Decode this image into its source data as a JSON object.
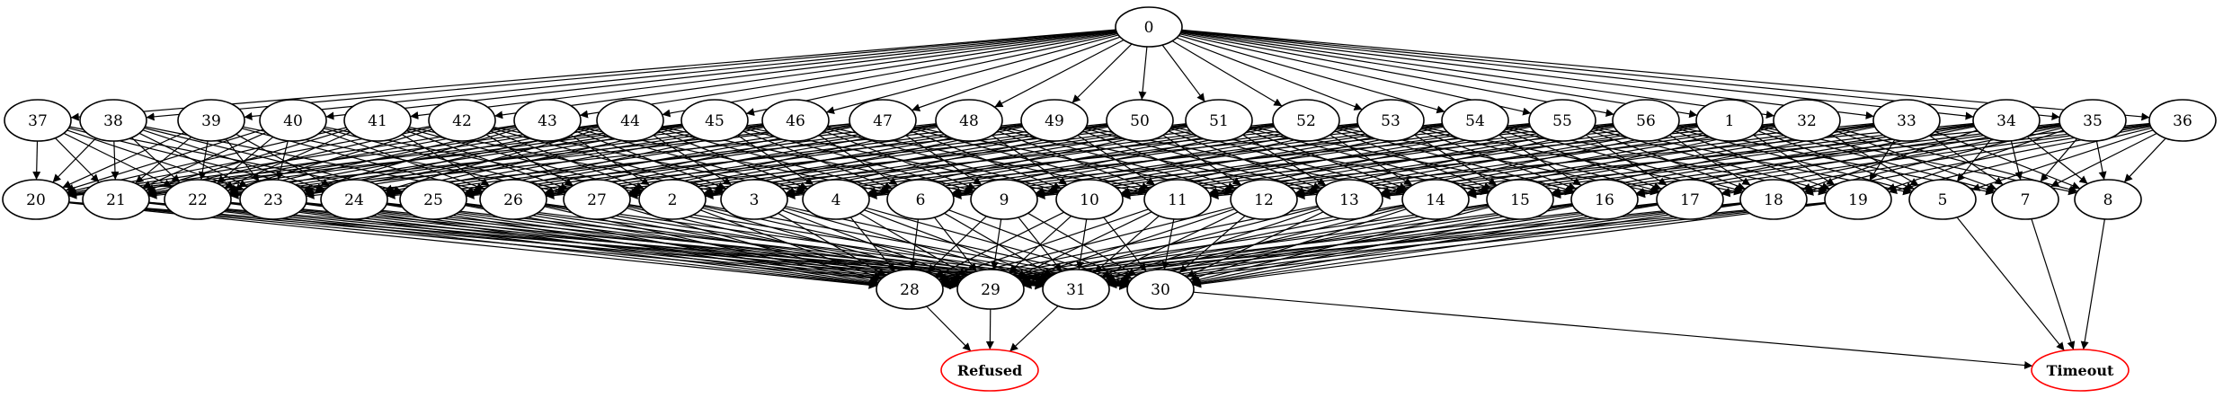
{
  "colors": {
    "node_stroke": "#000000",
    "terminal_stroke": "#ff0000",
    "edge": "#000000",
    "background": "#ffffff"
  },
  "nodes": [
    {
      "id": "0",
      "label": "0"
    },
    {
      "id": "37",
      "label": "37"
    },
    {
      "id": "38",
      "label": "38"
    },
    {
      "id": "39",
      "label": "39"
    },
    {
      "id": "40",
      "label": "40"
    },
    {
      "id": "41",
      "label": "41"
    },
    {
      "id": "42",
      "label": "42"
    },
    {
      "id": "43",
      "label": "43"
    },
    {
      "id": "44",
      "label": "44"
    },
    {
      "id": "45",
      "label": "45"
    },
    {
      "id": "46",
      "label": "46"
    },
    {
      "id": "47",
      "label": "47"
    },
    {
      "id": "48",
      "label": "48"
    },
    {
      "id": "49",
      "label": "49"
    },
    {
      "id": "50",
      "label": "50"
    },
    {
      "id": "51",
      "label": "51"
    },
    {
      "id": "52",
      "label": "52"
    },
    {
      "id": "53",
      "label": "53"
    },
    {
      "id": "54",
      "label": "54"
    },
    {
      "id": "55",
      "label": "55"
    },
    {
      "id": "56",
      "label": "56"
    },
    {
      "id": "1",
      "label": "1"
    },
    {
      "id": "32",
      "label": "32"
    },
    {
      "id": "33",
      "label": "33"
    },
    {
      "id": "34",
      "label": "34"
    },
    {
      "id": "35",
      "label": "35"
    },
    {
      "id": "36",
      "label": "36"
    },
    {
      "id": "20",
      "label": "20"
    },
    {
      "id": "21",
      "label": "21"
    },
    {
      "id": "22",
      "label": "22"
    },
    {
      "id": "23",
      "label": "23"
    },
    {
      "id": "24",
      "label": "24"
    },
    {
      "id": "25",
      "label": "25"
    },
    {
      "id": "26",
      "label": "26"
    },
    {
      "id": "27",
      "label": "27"
    },
    {
      "id": "2",
      "label": "2"
    },
    {
      "id": "3",
      "label": "3"
    },
    {
      "id": "4",
      "label": "4"
    },
    {
      "id": "6",
      "label": "6"
    },
    {
      "id": "9",
      "label": "9"
    },
    {
      "id": "10",
      "label": "10"
    },
    {
      "id": "11",
      "label": "11"
    },
    {
      "id": "12",
      "label": "12"
    },
    {
      "id": "13",
      "label": "13"
    },
    {
      "id": "14",
      "label": "14"
    },
    {
      "id": "15",
      "label": "15"
    },
    {
      "id": "16",
      "label": "16"
    },
    {
      "id": "17",
      "label": "17"
    },
    {
      "id": "18",
      "label": "18"
    },
    {
      "id": "19",
      "label": "19"
    },
    {
      "id": "5",
      "label": "5"
    },
    {
      "id": "7",
      "label": "7"
    },
    {
      "id": "8",
      "label": "8"
    },
    {
      "id": "28",
      "label": "28"
    },
    {
      "id": "29",
      "label": "29"
    },
    {
      "id": "31",
      "label": "31"
    },
    {
      "id": "30",
      "label": "30"
    },
    {
      "id": "refused",
      "label": "Refused",
      "terminal": true
    },
    {
      "id": "timeout",
      "label": "Timeout",
      "terminal": true
    }
  ],
  "edges": [
    [
      "0",
      "37"
    ],
    [
      "0",
      "38"
    ],
    [
      "0",
      "39"
    ],
    [
      "0",
      "40"
    ],
    [
      "0",
      "41"
    ],
    [
      "0",
      "42"
    ],
    [
      "0",
      "43"
    ],
    [
      "0",
      "44"
    ],
    [
      "0",
      "45"
    ],
    [
      "0",
      "46"
    ],
    [
      "0",
      "47"
    ],
    [
      "0",
      "48"
    ],
    [
      "0",
      "49"
    ],
    [
      "0",
      "50"
    ],
    [
      "0",
      "51"
    ],
    [
      "0",
      "52"
    ],
    [
      "0",
      "53"
    ],
    [
      "0",
      "54"
    ],
    [
      "0",
      "55"
    ],
    [
      "0",
      "56"
    ],
    [
      "0",
      "1"
    ],
    [
      "0",
      "32"
    ],
    [
      "0",
      "33"
    ],
    [
      "0",
      "34"
    ],
    [
      "0",
      "35"
    ],
    [
      "0",
      "36"
    ],
    [
      "37",
      "20"
    ],
    [
      "37",
      "21"
    ],
    [
      "37",
      "22"
    ],
    [
      "37",
      "23"
    ],
    [
      "37",
      "24"
    ],
    [
      "37",
      "25"
    ],
    [
      "38",
      "20"
    ],
    [
      "38",
      "21"
    ],
    [
      "38",
      "22"
    ],
    [
      "38",
      "23"
    ],
    [
      "38",
      "24"
    ],
    [
      "38",
      "25"
    ],
    [
      "38",
      "26"
    ],
    [
      "39",
      "20"
    ],
    [
      "39",
      "21"
    ],
    [
      "39",
      "22"
    ],
    [
      "39",
      "23"
    ],
    [
      "39",
      "24"
    ],
    [
      "39",
      "26"
    ],
    [
      "39",
      "27"
    ],
    [
      "40",
      "20"
    ],
    [
      "40",
      "21"
    ],
    [
      "40",
      "22"
    ],
    [
      "40",
      "23"
    ],
    [
      "40",
      "2"
    ],
    [
      "40",
      "26"
    ],
    [
      "40",
      "27"
    ],
    [
      "41",
      "20"
    ],
    [
      "41",
      "21"
    ],
    [
      "41",
      "22"
    ],
    [
      "41",
      "2"
    ],
    [
      "41",
      "3"
    ],
    [
      "41",
      "26"
    ],
    [
      "41",
      "27"
    ],
    [
      "42",
      "20"
    ],
    [
      "42",
      "21"
    ],
    [
      "42",
      "22"
    ],
    [
      "42",
      "2"
    ],
    [
      "42",
      "3"
    ],
    [
      "42",
      "4"
    ],
    [
      "42",
      "27"
    ],
    [
      "43",
      "20"
    ],
    [
      "43",
      "21"
    ],
    [
      "43",
      "22"
    ],
    [
      "43",
      "23"
    ],
    [
      "43",
      "2"
    ],
    [
      "43",
      "3"
    ],
    [
      "43",
      "4"
    ],
    [
      "43",
      "6"
    ],
    [
      "44",
      "20"
    ],
    [
      "44",
      "21"
    ],
    [
      "44",
      "22"
    ],
    [
      "44",
      "23"
    ],
    [
      "44",
      "24"
    ],
    [
      "44",
      "3"
    ],
    [
      "44",
      "4"
    ],
    [
      "44",
      "6"
    ],
    [
      "44",
      "9"
    ],
    [
      "45",
      "20"
    ],
    [
      "45",
      "21"
    ],
    [
      "45",
      "22"
    ],
    [
      "45",
      "23"
    ],
    [
      "45",
      "24"
    ],
    [
      "45",
      "4"
    ],
    [
      "45",
      "6"
    ],
    [
      "45",
      "9"
    ],
    [
      "45",
      "10"
    ],
    [
      "46",
      "20"
    ],
    [
      "46",
      "22"
    ],
    [
      "46",
      "23"
    ],
    [
      "46",
      "24"
    ],
    [
      "46",
      "25"
    ],
    [
      "46",
      "6"
    ],
    [
      "46",
      "9"
    ],
    [
      "46",
      "10"
    ],
    [
      "46",
      "11"
    ],
    [
      "47",
      "21"
    ],
    [
      "47",
      "22"
    ],
    [
      "47",
      "24"
    ],
    [
      "47",
      "25"
    ],
    [
      "47",
      "26"
    ],
    [
      "47",
      "9"
    ],
    [
      "47",
      "10"
    ],
    [
      "47",
      "11"
    ],
    [
      "47",
      "12"
    ],
    [
      "48",
      "22"
    ],
    [
      "48",
      "24"
    ],
    [
      "48",
      "25"
    ],
    [
      "48",
      "26"
    ],
    [
      "48",
      "27"
    ],
    [
      "48",
      "10"
    ],
    [
      "48",
      "11"
    ],
    [
      "48",
      "12"
    ],
    [
      "48",
      "13"
    ],
    [
      "49",
      "23"
    ],
    [
      "49",
      "25"
    ],
    [
      "49",
      "26"
    ],
    [
      "49",
      "27"
    ],
    [
      "49",
      "2"
    ],
    [
      "49",
      "11"
    ],
    [
      "49",
      "12"
    ],
    [
      "49",
      "13"
    ],
    [
      "49",
      "14"
    ],
    [
      "50",
      "24"
    ],
    [
      "50",
      "26"
    ],
    [
      "50",
      "27"
    ],
    [
      "50",
      "2"
    ],
    [
      "50",
      "3"
    ],
    [
      "50",
      "12"
    ],
    [
      "50",
      "13"
    ],
    [
      "50",
      "14"
    ],
    [
      "50",
      "15"
    ],
    [
      "51",
      "25"
    ],
    [
      "51",
      "27"
    ],
    [
      "51",
      "2"
    ],
    [
      "51",
      "3"
    ],
    [
      "51",
      "4"
    ],
    [
      "51",
      "13"
    ],
    [
      "51",
      "14"
    ],
    [
      "51",
      "15"
    ],
    [
      "51",
      "16"
    ],
    [
      "52",
      "26"
    ],
    [
      "52",
      "2"
    ],
    [
      "52",
      "3"
    ],
    [
      "52",
      "4"
    ],
    [
      "52",
      "6"
    ],
    [
      "52",
      "14"
    ],
    [
      "52",
      "15"
    ],
    [
      "52",
      "16"
    ],
    [
      "52",
      "17"
    ],
    [
      "53",
      "27"
    ],
    [
      "53",
      "3"
    ],
    [
      "53",
      "4"
    ],
    [
      "53",
      "6"
    ],
    [
      "53",
      "9"
    ],
    [
      "53",
      "15"
    ],
    [
      "53",
      "16"
    ],
    [
      "53",
      "17"
    ],
    [
      "53",
      "18"
    ],
    [
      "54",
      "2"
    ],
    [
      "54",
      "4"
    ],
    [
      "54",
      "6"
    ],
    [
      "54",
      "9"
    ],
    [
      "54",
      "10"
    ],
    [
      "54",
      "16"
    ],
    [
      "54",
      "17"
    ],
    [
      "54",
      "18"
    ],
    [
      "54",
      "19"
    ],
    [
      "55",
      "3"
    ],
    [
      "55",
      "6"
    ],
    [
      "55",
      "9"
    ],
    [
      "55",
      "10"
    ],
    [
      "55",
      "11"
    ],
    [
      "55",
      "17"
    ],
    [
      "55",
      "18"
    ],
    [
      "55",
      "19"
    ],
    [
      "55",
      "5"
    ],
    [
      "56",
      "4"
    ],
    [
      "56",
      "9"
    ],
    [
      "56",
      "10"
    ],
    [
      "56",
      "11"
    ],
    [
      "56",
      "12"
    ],
    [
      "56",
      "18"
    ],
    [
      "56",
      "19"
    ],
    [
      "56",
      "5"
    ],
    [
      "56",
      "7"
    ],
    [
      "1",
      "6"
    ],
    [
      "1",
      "10"
    ],
    [
      "1",
      "11"
    ],
    [
      "1",
      "12"
    ],
    [
      "1",
      "13"
    ],
    [
      "1",
      "19"
    ],
    [
      "1",
      "5"
    ],
    [
      "1",
      "7"
    ],
    [
      "1",
      "8"
    ],
    [
      "32",
      "9"
    ],
    [
      "32",
      "11"
    ],
    [
      "32",
      "12"
    ],
    [
      "32",
      "13"
    ],
    [
      "32",
      "14"
    ],
    [
      "32",
      "5"
    ],
    [
      "32",
      "7"
    ],
    [
      "32",
      "8"
    ],
    [
      "33",
      "10"
    ],
    [
      "33",
      "12"
    ],
    [
      "33",
      "13"
    ],
    [
      "33",
      "14"
    ],
    [
      "33",
      "15"
    ],
    [
      "33",
      "19"
    ],
    [
      "33",
      "7"
    ],
    [
      "33",
      "8"
    ],
    [
      "34",
      "11"
    ],
    [
      "34",
      "13"
    ],
    [
      "34",
      "14"
    ],
    [
      "34",
      "15"
    ],
    [
      "34",
      "16"
    ],
    [
      "34",
      "18"
    ],
    [
      "34",
      "5"
    ],
    [
      "34",
      "7"
    ],
    [
      "34",
      "8"
    ],
    [
      "35",
      "12"
    ],
    [
      "35",
      "14"
    ],
    [
      "35",
      "15"
    ],
    [
      "35",
      "16"
    ],
    [
      "35",
      "17"
    ],
    [
      "35",
      "18"
    ],
    [
      "35",
      "19"
    ],
    [
      "35",
      "7"
    ],
    [
      "35",
      "8"
    ],
    [
      "36",
      "13"
    ],
    [
      "36",
      "15"
    ],
    [
      "36",
      "16"
    ],
    [
      "36",
      "17"
    ],
    [
      "36",
      "18"
    ],
    [
      "36",
      "19"
    ],
    [
      "36",
      "5"
    ],
    [
      "36",
      "7"
    ],
    [
      "36",
      "8"
    ],
    [
      "20",
      "28"
    ],
    [
      "20",
      "29"
    ],
    [
      "20",
      "31"
    ],
    [
      "20",
      "30"
    ],
    [
      "21",
      "28"
    ],
    [
      "21",
      "29"
    ],
    [
      "21",
      "31"
    ],
    [
      "21",
      "30"
    ],
    [
      "22",
      "28"
    ],
    [
      "22",
      "29"
    ],
    [
      "22",
      "31"
    ],
    [
      "22",
      "30"
    ],
    [
      "23",
      "28"
    ],
    [
      "23",
      "29"
    ],
    [
      "23",
      "31"
    ],
    [
      "23",
      "30"
    ],
    [
      "24",
      "28"
    ],
    [
      "24",
      "29"
    ],
    [
      "24",
      "31"
    ],
    [
      "24",
      "30"
    ],
    [
      "25",
      "28"
    ],
    [
      "25",
      "29"
    ],
    [
      "25",
      "31"
    ],
    [
      "25",
      "30"
    ],
    [
      "26",
      "28"
    ],
    [
      "26",
      "29"
    ],
    [
      "26",
      "31"
    ],
    [
      "26",
      "30"
    ],
    [
      "27",
      "28"
    ],
    [
      "27",
      "29"
    ],
    [
      "27",
      "31"
    ],
    [
      "27",
      "30"
    ],
    [
      "2",
      "28"
    ],
    [
      "2",
      "29"
    ],
    [
      "2",
      "31"
    ],
    [
      "2",
      "30"
    ],
    [
      "3",
      "28"
    ],
    [
      "3",
      "29"
    ],
    [
      "3",
      "31"
    ],
    [
      "3",
      "30"
    ],
    [
      "4",
      "28"
    ],
    [
      "4",
      "29"
    ],
    [
      "4",
      "31"
    ],
    [
      "4",
      "30"
    ],
    [
      "6",
      "28"
    ],
    [
      "6",
      "29"
    ],
    [
      "6",
      "31"
    ],
    [
      "6",
      "30"
    ],
    [
      "9",
      "28"
    ],
    [
      "9",
      "29"
    ],
    [
      "9",
      "31"
    ],
    [
      "9",
      "30"
    ],
    [
      "10",
      "28"
    ],
    [
      "10",
      "29"
    ],
    [
      "10",
      "31"
    ],
    [
      "10",
      "30"
    ],
    [
      "11",
      "28"
    ],
    [
      "11",
      "29"
    ],
    [
      "11",
      "31"
    ],
    [
      "11",
      "30"
    ],
    [
      "12",
      "28"
    ],
    [
      "12",
      "29"
    ],
    [
      "12",
      "31"
    ],
    [
      "12",
      "30"
    ],
    [
      "13",
      "28"
    ],
    [
      "13",
      "29"
    ],
    [
      "13",
      "31"
    ],
    [
      "13",
      "30"
    ],
    [
      "14",
      "28"
    ],
    [
      "14",
      "29"
    ],
    [
      "14",
      "31"
    ],
    [
      "14",
      "30"
    ],
    [
      "15",
      "28"
    ],
    [
      "15",
      "29"
    ],
    [
      "15",
      "31"
    ],
    [
      "15",
      "30"
    ],
    [
      "16",
      "28"
    ],
    [
      "16",
      "29"
    ],
    [
      "16",
      "31"
    ],
    [
      "16",
      "30"
    ],
    [
      "17",
      "28"
    ],
    [
      "17",
      "29"
    ],
    [
      "17",
      "31"
    ],
    [
      "17",
      "30"
    ],
    [
      "18",
      "28"
    ],
    [
      "18",
      "29"
    ],
    [
      "18",
      "31"
    ],
    [
      "18",
      "30"
    ],
    [
      "19",
      "28"
    ],
    [
      "19",
      "29"
    ],
    [
      "19",
      "31"
    ],
    [
      "19",
      "30"
    ],
    [
      "28",
      "refused"
    ],
    [
      "29",
      "refused"
    ],
    [
      "31",
      "refused"
    ],
    [
      "30",
      "timeout"
    ],
    [
      "5",
      "timeout"
    ],
    [
      "7",
      "timeout"
    ],
    [
      "8",
      "timeout"
    ]
  ]
}
